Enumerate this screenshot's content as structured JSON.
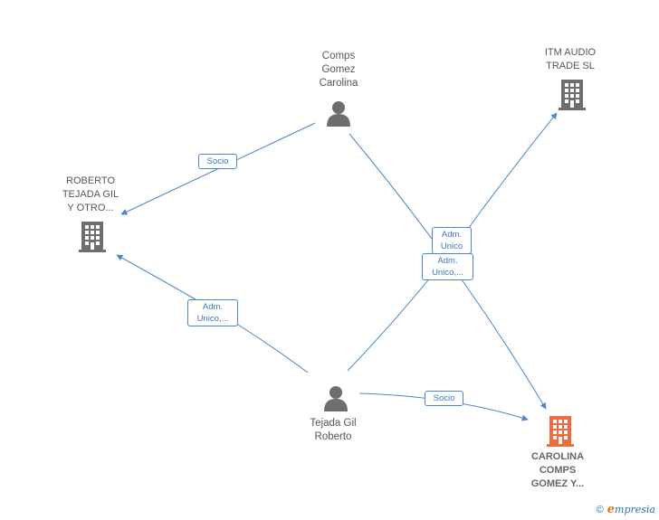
{
  "nodes": {
    "comps": {
      "label": "Comps\nGomez\nCarolina",
      "type": "person"
    },
    "itm": {
      "label": "ITM AUDIO\nTRADE SL",
      "type": "company"
    },
    "roberto_co": {
      "label": "ROBERTO\nTEJADA GIL\nY OTRO...",
      "type": "company"
    },
    "tejada": {
      "label": "Tejada Gil\nRoberto",
      "type": "person"
    },
    "carolina_co": {
      "label": "CAROLINA\nCOMPS\nGOMEZ Y...",
      "type": "company-main"
    }
  },
  "edges": [
    {
      "from": "comps",
      "to": "roberto_co",
      "label": "Socio"
    },
    {
      "from": "comps",
      "to": "carolina_co",
      "label": "Adm.\nUnico"
    },
    {
      "from": "tejada",
      "to": "itm",
      "label": "Adm.\nUnico,..."
    },
    {
      "from": "tejada",
      "to": "roberto_co",
      "label": "Adm.\nUnico,..."
    },
    {
      "from": "tejada",
      "to": "carolina_co",
      "label": "Socio"
    }
  ],
  "colors": {
    "edge": "#4a86c8",
    "icon": "#6e6e6e",
    "main_icon": "#ef6a3c"
  },
  "footer": {
    "copyright": "©",
    "brand_initial": "e",
    "brand_rest": "mpresia"
  }
}
